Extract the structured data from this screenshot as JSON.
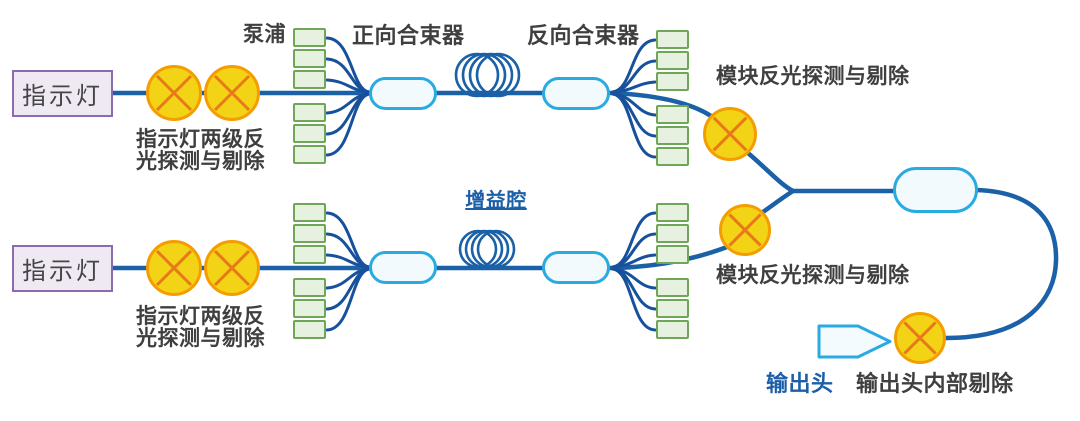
{
  "diagram": {
    "pump_label": "泵浦",
    "forward_combiner_label": "正向合束器",
    "backward_combiner_label": "反向合束器",
    "gain_cavity_label": "增益腔",
    "modules": [
      {
        "indicator_label": "指示灯",
        "indicator_detect_line1": "指示灯两级反",
        "indicator_detect_line2": "光探测与剔除",
        "module_detect_label": "模块反光探测与剔除",
        "pump_diode_count": 6
      },
      {
        "indicator_label": "指示灯",
        "indicator_detect_line1": "指示灯两级反",
        "indicator_detect_line2": "光探测与剔除",
        "module_detect_label": "模块反光探测与剔除",
        "pump_diode_count": 6
      }
    ],
    "output": {
      "head_label": "输出头",
      "internal_detect_label": "输出头内部剔除"
    },
    "colors": {
      "fiber_blue": "#1a61a8",
      "fan_blue": "#17519c",
      "combiner_border": "#29abe2",
      "combiner_fill": "#f3fafd",
      "pump_fill": "#e7f1e0",
      "pump_border": "#6fa657",
      "detect_fill": "#f3d316",
      "detect_border": "#f59d00",
      "detect_cross": "#e8791a",
      "indicator_fill": "#eee9f3",
      "indicator_border": "#8b6bb0",
      "text_dark": "#3f3f3f",
      "text_blue": "#1c5fa8"
    }
  }
}
